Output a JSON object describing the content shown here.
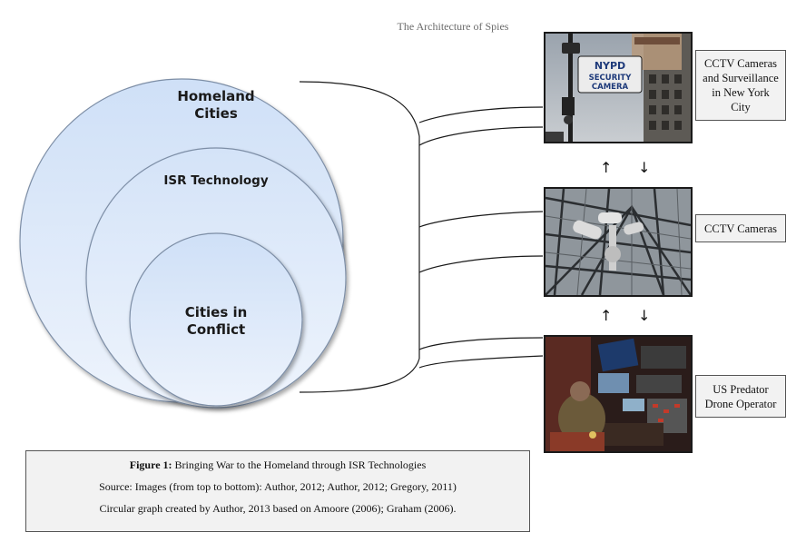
{
  "running_head": "The Architecture of Spies",
  "circles": {
    "outer_line1": "Homeland",
    "outer_line2": "Cities",
    "middle": "ISR Technology",
    "inner_line1": "Cities in",
    "inner_line2": "Conflict"
  },
  "photos": [
    {
      "sign_line1": "NYPD",
      "sign_line2": "SECURITY",
      "sign_line3": "CAMERA",
      "label_line1": "CCTV Cameras",
      "label_line2": "and Surveillance",
      "label_line3": "in New York",
      "label_line4": "City"
    },
    {
      "label": "CCTV Cameras"
    },
    {
      "label_line1": "US Predator",
      "label_line2": "Drone Operator"
    }
  ],
  "arrows": {
    "up": "↑",
    "down": "↓"
  },
  "caption": {
    "figure_label": "Figure 1:",
    "figure_title": " Bringing War to the Homeland through ISR Technologies",
    "source": "Source: Images (from top to bottom): Author, 2012; Author, 2012; Gregory, 2011)",
    "credit": "Circular graph created by Author, 2013 based on Amoore (2006); Graham (2006)."
  },
  "colors": {
    "circle_fill_top": "#cfe0f7",
    "circle_fill_bottom": "#e9f1fc",
    "circle_stroke": "#7d8ea6"
  }
}
